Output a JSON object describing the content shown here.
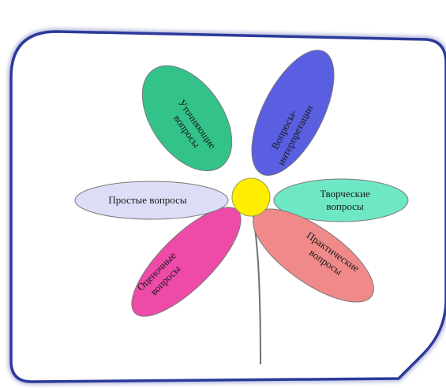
{
  "diagram": {
    "type": "daisy",
    "petals": [
      {
        "id": "clarifying",
        "lines": [
          "Уточняющие",
          "вопросы"
        ],
        "color": "#33c38a"
      },
      {
        "id": "interpretation",
        "lines": [
          "Вопросы-",
          "интерпретации"
        ],
        "color": "#5a5ee0"
      },
      {
        "id": "creative",
        "lines": [
          "Творческие",
          "вопросы"
        ],
        "color": "#6ee8c4"
      },
      {
        "id": "practical",
        "lines": [
          "Практические",
          "вопросы"
        ],
        "color": "#f08a8a"
      },
      {
        "id": "evaluative",
        "lines": [
          "Оценочные",
          "вопросы"
        ],
        "color": "#ee4aa8"
      },
      {
        "id": "simple",
        "lines": [
          "Простые вопросы"
        ],
        "color": "#dcddf6"
      }
    ],
    "center_color": "#ffee00",
    "stem_color": "#707070",
    "frame_color": "#2c3a9a"
  }
}
